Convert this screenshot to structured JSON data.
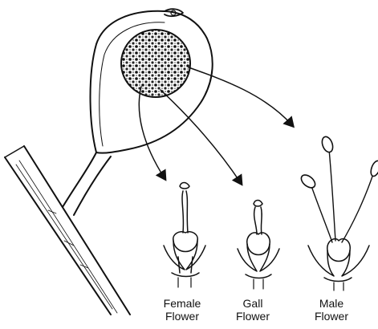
{
  "labels": {
    "female": {
      "line1": "Female",
      "line2": "Flower"
    },
    "gall": {
      "line1": "Gall",
      "line2": "Flower"
    },
    "male": {
      "line1": "Male",
      "line2": "Flower"
    }
  },
  "colors": {
    "ink": "#111111",
    "background": "#ffffff"
  }
}
